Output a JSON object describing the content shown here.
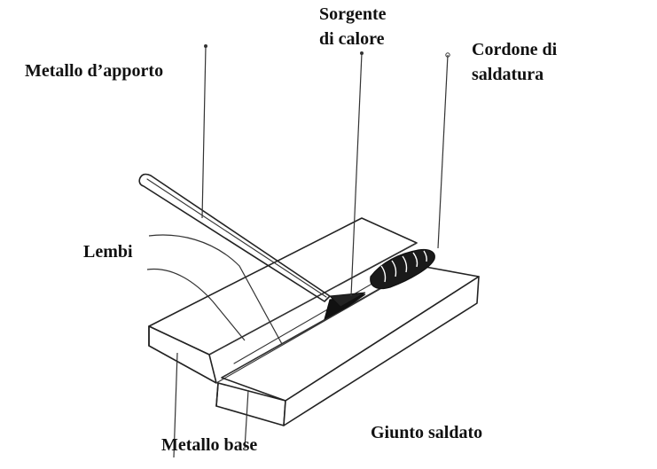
{
  "labels": {
    "sorgente_line1": "Sorgente",
    "sorgente_line2": "di calore",
    "metallo_apporto": "Metallo d’apporto",
    "cordone_line1": "Cordone di",
    "cordone_line2": "saldatura",
    "lembi": "Lembi",
    "metallo_base": "Metallo base",
    "giunto_saldato": "Giunto saldato"
  },
  "colors": {
    "ink": "#111111",
    "background": "#ffffff"
  }
}
